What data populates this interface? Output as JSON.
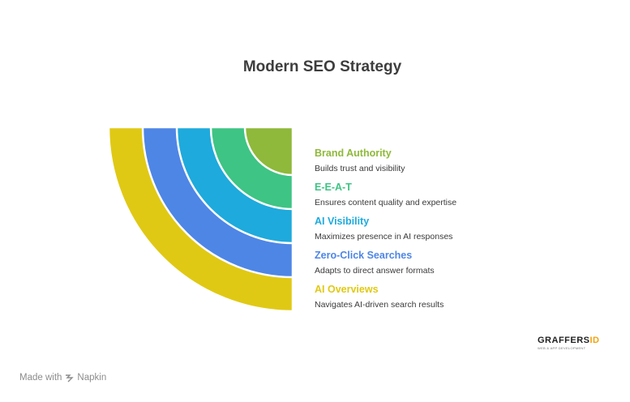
{
  "title": "Modern SEO Strategy",
  "layers": [
    {
      "label": "Brand Authority",
      "desc": "Builds trust and visibility",
      "color": "#8fb93a"
    },
    {
      "label": "E-E-A-T",
      "desc": "Ensures content quality and expertise",
      "color": "#3ec484"
    },
    {
      "label": "AI Visibility",
      "desc": "Maximizes presence in AI responses",
      "color": "#1eaadc"
    },
    {
      "label": "Zero-Click Searches",
      "desc": "Adapts to direct answer formats",
      "color": "#4e86e6"
    },
    {
      "label": "AI Overviews",
      "desc": "Navigates AI-driven search results",
      "color": "#e0c914"
    }
  ],
  "footer": {
    "made_with": "Made with",
    "brand": "Napkin"
  },
  "logo": {
    "main": "GRAFFERS",
    "id": "ID",
    "tagline": "WEB & APP DEVELOPMENT"
  }
}
